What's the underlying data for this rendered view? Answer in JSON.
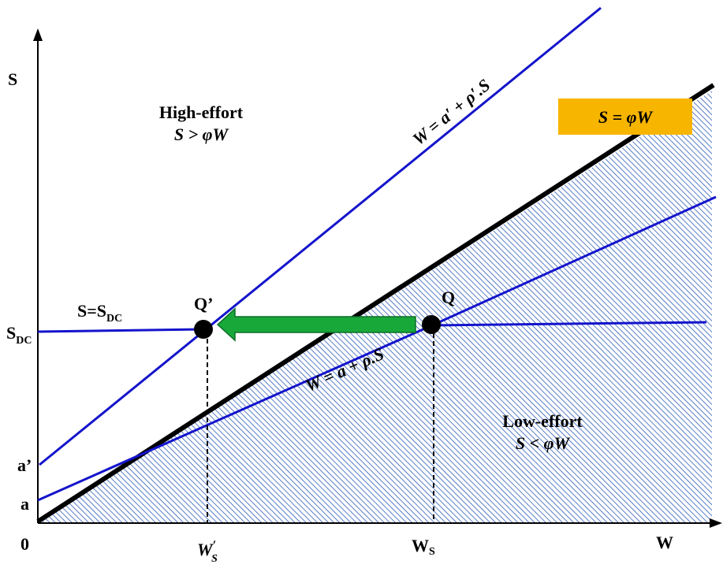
{
  "axes": {
    "y_label": "S",
    "x_label": "W",
    "origin_label": "0"
  },
  "y_ticks": {
    "sdc_main": "S",
    "sdc_sub": "DC",
    "a_prime": "a’",
    "a": "a"
  },
  "x_ticks": {
    "ws_main": "W",
    "ws_sub": "S",
    "ws_prime_main": "W",
    "ws_prime_sup": "′",
    "ws_prime_sub": "S"
  },
  "regions": {
    "high_effort_title": "High-effort",
    "high_effort_condition": "S > φW",
    "low_effort_title": "Low-effort",
    "low_effort_condition": "S < φW"
  },
  "legend_box": {
    "text": "S = φW",
    "color": "#F7B500"
  },
  "curves": {
    "upper_line_label": "W = a′ + ρ′.S",
    "lower_line_label": "W = a + ρ.S",
    "sdc_main": "S=S",
    "sdc_sub": "DC"
  },
  "points": {
    "q_prime": "Q’",
    "q": "Q"
  },
  "colors": {
    "line_blue": "#1414CC",
    "boundary": "#000000",
    "arrow_green": "#18A83A",
    "hatch": "#2E5CB8"
  }
}
